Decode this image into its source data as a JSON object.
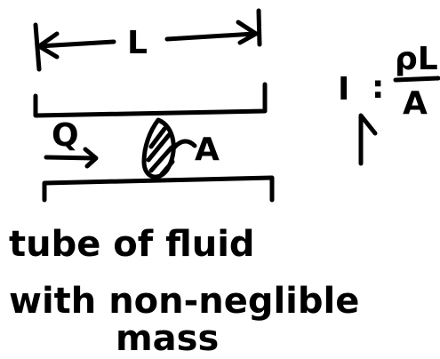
{
  "diagram": {
    "length_label": "L",
    "flow_label": "Q",
    "area_label": "A",
    "formula": {
      "lhs": "I",
      "separator": ":",
      "numerator": "ρL",
      "denominator": "A"
    },
    "caption": {
      "line1": "tube of fluid",
      "line2": "with non-neglible",
      "line3": "mass"
    }
  }
}
